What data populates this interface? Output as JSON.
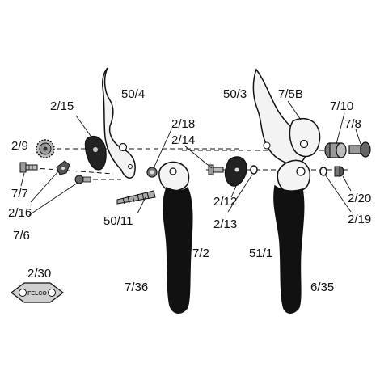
{
  "labels": {
    "l_50_4": "50/4",
    "l_2_15": "2/15",
    "l_2_18": "2/18",
    "l_2_9": "2/9",
    "l_2_14": "2/14",
    "l_7_7": "7/7",
    "l_2_16": "2/16",
    "l_7_6": "7/6",
    "l_50_11": "50/11",
    "l_7_2": "7/2",
    "l_7_36": "7/36",
    "l_2_30": "2/30",
    "l_50_3": "50/3",
    "l_7_5b": "7/5B",
    "l_7_10": "7/10",
    "l_7_8": "7/8",
    "l_2_12": "2/12",
    "l_2_13": "2/13",
    "l_2_20": "2/20",
    "l_2_19": "2/19",
    "l_51_1": "51/1",
    "l_6_35": "6/35"
  },
  "badge_text": "FELCO",
  "colors": {
    "line": "#111111",
    "handle": "#111111",
    "metal": "#f2f2f2",
    "part_gray": "#8a8a8a",
    "badge": "#cfcfcf"
  }
}
